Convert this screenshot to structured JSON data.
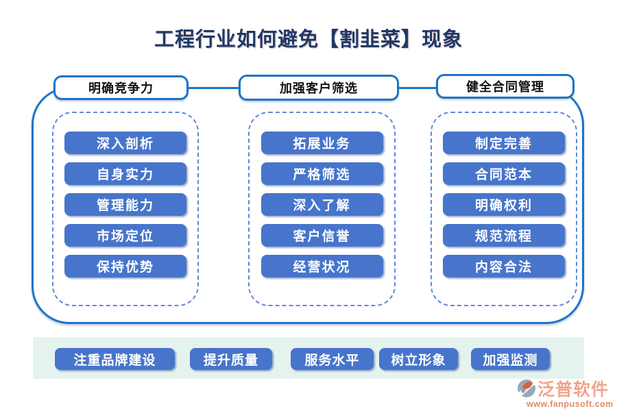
{
  "title": "工程行业如何避免【割韭菜】现象",
  "columns": [
    {
      "header": "明确竞争力",
      "items": [
        "深入剖析",
        "自身实力",
        "管理能力",
        "市场定位",
        "保持优势"
      ]
    },
    {
      "header": "加强客户筛选",
      "items": [
        "拓展业务",
        "严格筛选",
        "深入了解",
        "客户信誉",
        "经营状况"
      ]
    },
    {
      "header": "健全合同管理",
      "items": [
        "制定完善",
        "合同范本",
        "明确权利",
        "规范流程",
        "内容合法"
      ]
    }
  ],
  "bottom_bar": {
    "items": [
      "注重品牌建设",
      "提升质量",
      "服务水平",
      "树立形象",
      "加强监测"
    ]
  },
  "watermark": {
    "brand": "泛普软件",
    "url": "www.fanpusoft.com"
  },
  "colors": {
    "title_navy": "#1F3864",
    "frame_border_blue": "#1B74C8",
    "dashed_blue": "#6187D8",
    "node_blue": "#4775CB",
    "strip_mint": "#E4F3EE",
    "watermark_salmon": "#F2A48B",
    "watermark_url_red": "#DE8C6F"
  }
}
